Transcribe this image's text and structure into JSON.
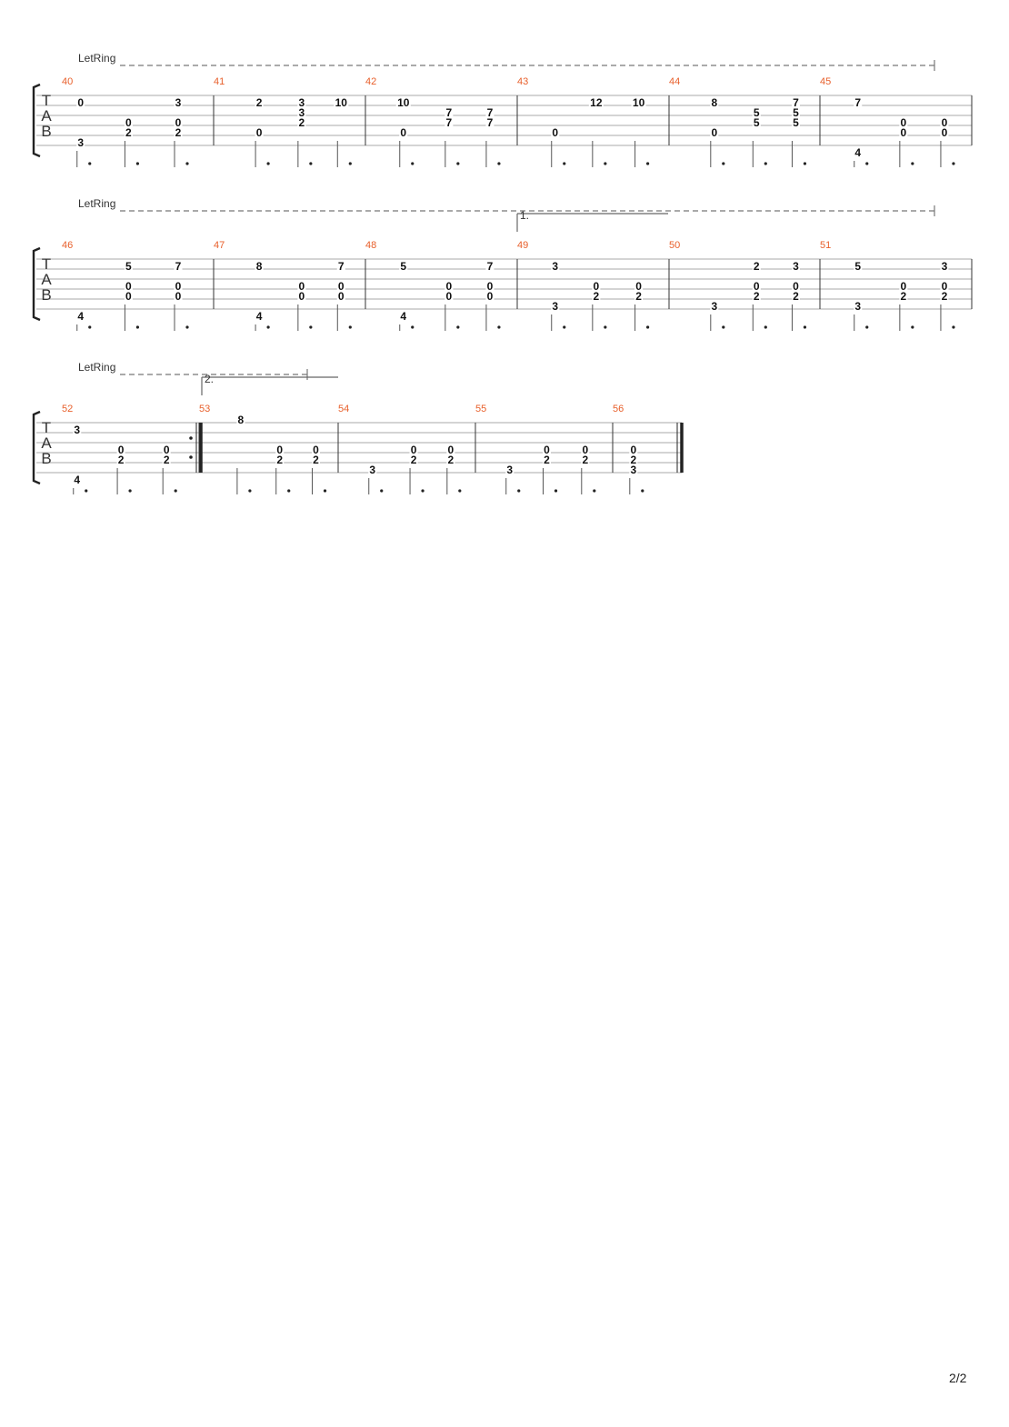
{
  "page": {
    "number_label": "2/2"
  },
  "tab_clef": [
    "T",
    "A",
    "B"
  ],
  "colors": {
    "measure_number": "#e8602c",
    "ink": "#111111",
    "staff_line": "#aaaaaa",
    "dash": "#777777"
  },
  "systems": [
    {
      "let_ring_label": "LetRing",
      "volta": null,
      "measures": [
        {
          "number": "40",
          "beats": [
            {
              "notes": [
                {
                  "string": 1,
                  "fret": "0"
                },
                {
                  "string": 5,
                  "fret": "3"
                }
              ]
            },
            {
              "notes": [
                {
                  "string": 3,
                  "fret": "0"
                },
                {
                  "string": 4,
                  "fret": "2"
                }
              ]
            },
            {
              "notes": [
                {
                  "string": 1,
                  "fret": "3"
                },
                {
                  "string": 3,
                  "fret": "0"
                },
                {
                  "string": 4,
                  "fret": "2"
                }
              ]
            }
          ]
        },
        {
          "number": "41",
          "beats": [
            {
              "notes": [
                {
                  "string": 1,
                  "fret": "2"
                },
                {
                  "string": 4,
                  "fret": "0"
                }
              ]
            },
            {
              "notes": [
                {
                  "string": 1,
                  "fret": "3"
                },
                {
                  "string": 2,
                  "fret": "3"
                },
                {
                  "string": 3,
                  "fret": "2"
                }
              ]
            },
            {
              "notes": [
                {
                  "string": 1,
                  "fret": "10"
                }
              ]
            }
          ]
        },
        {
          "number": "42",
          "beats": [
            {
              "notes": [
                {
                  "string": 1,
                  "fret": "10"
                },
                {
                  "string": 4,
                  "fret": "0"
                }
              ]
            },
            {
              "notes": [
                {
                  "string": 2,
                  "fret": "7"
                },
                {
                  "string": 3,
                  "fret": "7"
                }
              ]
            },
            {
              "notes": [
                {
                  "string": 2,
                  "fret": "7"
                },
                {
                  "string": 3,
                  "fret": "7"
                }
              ]
            }
          ]
        },
        {
          "number": "43",
          "beats": [
            {
              "notes": [
                {
                  "string": 4,
                  "fret": "0"
                }
              ]
            },
            {
              "notes": [
                {
                  "string": 1,
                  "fret": "12"
                }
              ]
            },
            {
              "notes": [
                {
                  "string": 1,
                  "fret": "10"
                }
              ]
            }
          ]
        },
        {
          "number": "44",
          "beats": [
            {
              "notes": [
                {
                  "string": 1,
                  "fret": "8"
                },
                {
                  "string": 4,
                  "fret": "0"
                }
              ]
            },
            {
              "notes": [
                {
                  "string": 2,
                  "fret": "5"
                },
                {
                  "string": 3,
                  "fret": "5"
                }
              ]
            },
            {
              "notes": [
                {
                  "string": 1,
                  "fret": "7"
                },
                {
                  "string": 2,
                  "fret": "5"
                },
                {
                  "string": 3,
                  "fret": "5"
                }
              ]
            }
          ]
        },
        {
          "number": "45",
          "beats": [
            {
              "notes": [
                {
                  "string": 1,
                  "fret": "7"
                },
                {
                  "string": 6,
                  "fret": "4"
                }
              ]
            },
            {
              "notes": [
                {
                  "string": 3,
                  "fret": "0"
                },
                {
                  "string": 4,
                  "fret": "0"
                }
              ]
            },
            {
              "notes": [
                {
                  "string": 3,
                  "fret": "0"
                },
                {
                  "string": 4,
                  "fret": "0"
                }
              ]
            }
          ]
        }
      ]
    },
    {
      "let_ring_label": "LetRing",
      "volta": {
        "label": "1."
      },
      "measures": [
        {
          "number": "46",
          "beats": [
            {
              "notes": [
                {
                  "string": 6,
                  "fret": "4"
                }
              ]
            },
            {
              "notes": [
                {
                  "string": 1,
                  "fret": "5"
                },
                {
                  "string": 3,
                  "fret": "0"
                },
                {
                  "string": 4,
                  "fret": "0"
                }
              ]
            },
            {
              "notes": [
                {
                  "string": 1,
                  "fret": "7"
                },
                {
                  "string": 3,
                  "fret": "0"
                },
                {
                  "string": 4,
                  "fret": "0"
                }
              ]
            }
          ]
        },
        {
          "number": "47",
          "beats": [
            {
              "notes": [
                {
                  "string": 1,
                  "fret": "8"
                },
                {
                  "string": 6,
                  "fret": "4"
                }
              ]
            },
            {
              "notes": [
                {
                  "string": 3,
                  "fret": "0"
                },
                {
                  "string": 4,
                  "fret": "0"
                }
              ]
            },
            {
              "notes": [
                {
                  "string": 1,
                  "fret": "7"
                },
                {
                  "string": 3,
                  "fret": "0"
                },
                {
                  "string": 4,
                  "fret": "0"
                }
              ]
            }
          ]
        },
        {
          "number": "48",
          "beats": [
            {
              "notes": [
                {
                  "string": 1,
                  "fret": "5"
                },
                {
                  "string": 6,
                  "fret": "4"
                }
              ]
            },
            {
              "notes": [
                {
                  "string": 3,
                  "fret": "0"
                },
                {
                  "string": 4,
                  "fret": "0"
                }
              ]
            },
            {
              "notes": [
                {
                  "string": 1,
                  "fret": "7"
                },
                {
                  "string": 3,
                  "fret": "0"
                },
                {
                  "string": 4,
                  "fret": "0"
                }
              ]
            }
          ]
        },
        {
          "number": "49",
          "beats": [
            {
              "notes": [
                {
                  "string": 1,
                  "fret": "3"
                },
                {
                  "string": 5,
                  "fret": "3"
                }
              ]
            },
            {
              "notes": [
                {
                  "string": 3,
                  "fret": "0"
                },
                {
                  "string": 4,
                  "fret": "2"
                }
              ]
            },
            {
              "notes": [
                {
                  "string": 3,
                  "fret": "0"
                },
                {
                  "string": 4,
                  "fret": "2"
                }
              ]
            }
          ]
        },
        {
          "number": "50",
          "beats": [
            {
              "notes": [
                {
                  "string": 5,
                  "fret": "3"
                }
              ]
            },
            {
              "notes": [
                {
                  "string": 1,
                  "fret": "2"
                },
                {
                  "string": 3,
                  "fret": "0"
                },
                {
                  "string": 4,
                  "fret": "2"
                }
              ]
            },
            {
              "notes": [
                {
                  "string": 1,
                  "fret": "3"
                },
                {
                  "string": 3,
                  "fret": "0"
                },
                {
                  "string": 4,
                  "fret": "2"
                }
              ]
            }
          ]
        },
        {
          "number": "51",
          "beats": [
            {
              "notes": [
                {
                  "string": 1,
                  "fret": "5"
                },
                {
                  "string": 5,
                  "fret": "3"
                }
              ]
            },
            {
              "notes": [
                {
                  "string": 3,
                  "fret": "0"
                },
                {
                  "string": 4,
                  "fret": "2"
                }
              ]
            },
            {
              "notes": [
                {
                  "string": 1,
                  "fret": "3"
                },
                {
                  "string": 3,
                  "fret": "0"
                },
                {
                  "string": 4,
                  "fret": "2"
                }
              ]
            }
          ]
        }
      ]
    },
    {
      "let_ring_label": "LetRing",
      "volta": {
        "label": "2."
      },
      "measures": [
        {
          "number": "52",
          "repeat_end": true,
          "beats": [
            {
              "notes": [
                {
                  "string": 1,
                  "fret": "3"
                },
                {
                  "string": 6,
                  "fret": "4"
                }
              ]
            },
            {
              "notes": [
                {
                  "string": 3,
                  "fret": "0"
                },
                {
                  "string": 4,
                  "fret": "2"
                }
              ]
            },
            {
              "notes": [
                {
                  "string": 3,
                  "fret": "0"
                },
                {
                  "string": 4,
                  "fret": "2"
                }
              ]
            }
          ]
        },
        {
          "number": "53",
          "beats": [
            {
              "notes": [
                {
                  "string": 0,
                  "fret": "8"
                }
              ]
            },
            {
              "notes": [
                {
                  "string": 3,
                  "fret": "0"
                },
                {
                  "string": 4,
                  "fret": "2"
                }
              ]
            },
            {
              "notes": [
                {
                  "string": 3,
                  "fret": "0"
                },
                {
                  "string": 4,
                  "fret": "2"
                }
              ]
            }
          ]
        },
        {
          "number": "54",
          "beats": [
            {
              "notes": [
                {
                  "string": 5,
                  "fret": "3"
                }
              ]
            },
            {
              "notes": [
                {
                  "string": 3,
                  "fret": "0"
                },
                {
                  "string": 4,
                  "fret": "2"
                }
              ]
            },
            {
              "notes": [
                {
                  "string": 3,
                  "fret": "0"
                },
                {
                  "string": 4,
                  "fret": "2"
                }
              ]
            }
          ]
        },
        {
          "number": "55",
          "beats": [
            {
              "notes": [
                {
                  "string": 5,
                  "fret": "3"
                }
              ]
            },
            {
              "notes": [
                {
                  "string": 3,
                  "fret": "0"
                },
                {
                  "string": 4,
                  "fret": "2"
                }
              ]
            },
            {
              "notes": [
                {
                  "string": 3,
                  "fret": "0"
                },
                {
                  "string": 4,
                  "fret": "2"
                }
              ]
            }
          ]
        },
        {
          "number": "56",
          "final_bar": true,
          "beats": [
            {
              "notes": [
                {
                  "string": 3,
                  "fret": "0"
                },
                {
                  "string": 4,
                  "fret": "2"
                },
                {
                  "string": 5,
                  "fret": "3"
                }
              ]
            }
          ]
        }
      ]
    }
  ]
}
